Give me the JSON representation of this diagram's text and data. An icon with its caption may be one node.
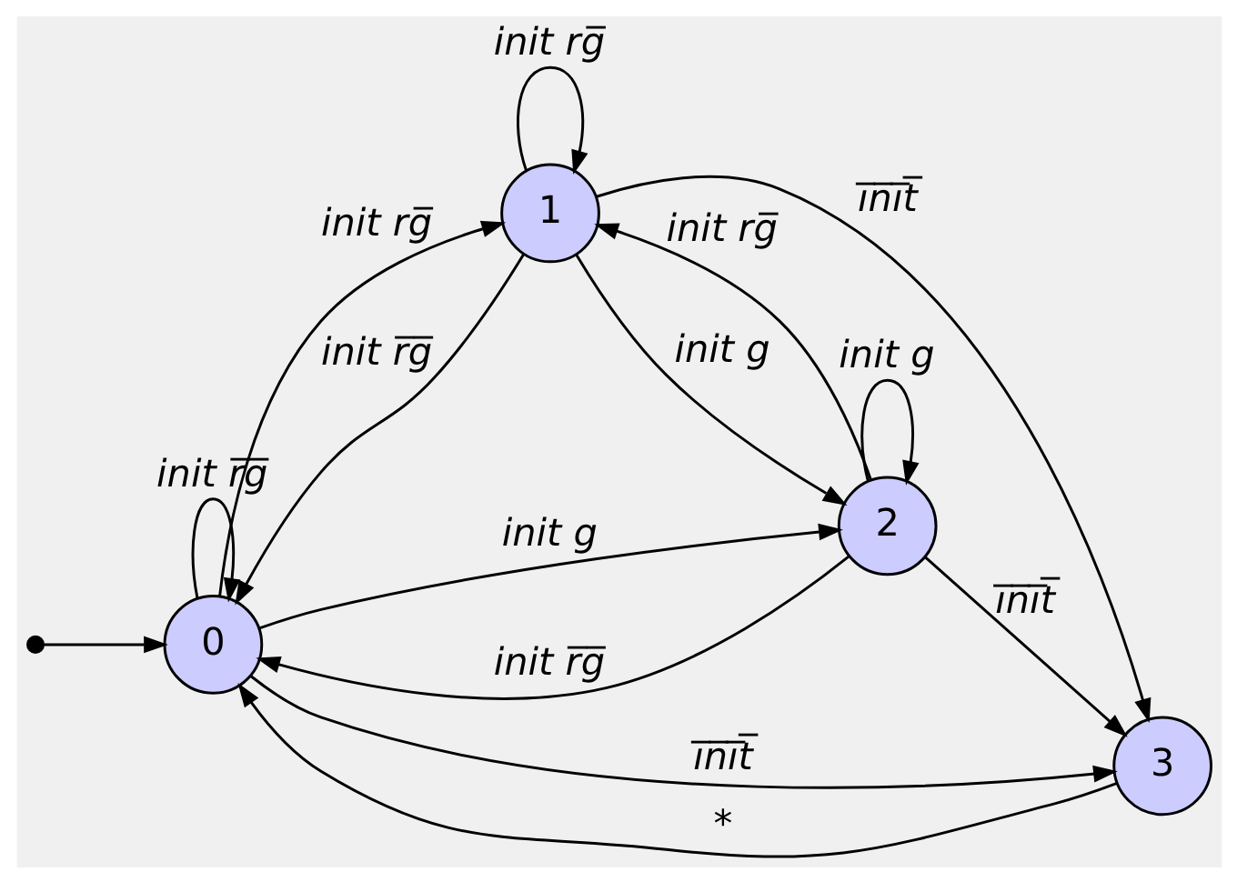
{
  "diagram": {
    "nodes": [
      {
        "text": [
          "0"
        ]
      },
      {
        "text": [
          "1"
        ]
      },
      {
        "text": [
          "2"
        ]
      },
      {
        "text": [
          "3"
        ]
      }
    ],
    "edges": [
      {
        "from": null,
        "to": 0,
        "arrow": "to"
      },
      {
        "from": 0,
        "to": 0,
        "arrow": "to",
        "label": "init r̅g̅"
      },
      {
        "from": 0,
        "to": 1,
        "arrow": "to",
        "label": "init rg̅"
      },
      {
        "from": 1,
        "to": 0,
        "arrow": "to",
        "label": "init r̅g̅"
      },
      {
        "from": 1,
        "to": 1,
        "arrow": "to",
        "label": "init rg̅"
      },
      {
        "from": 1,
        "to": 2,
        "arrow": "to",
        "label": "init g"
      },
      {
        "from": 2,
        "to": 1,
        "arrow": "to",
        "label": "init rg̅"
      },
      {
        "from": 2,
        "to": 2,
        "arrow": "to",
        "label": "init g"
      },
      {
        "from": 2,
        "to": 0,
        "arrow": "to",
        "label": "init r̅g̅"
      },
      {
        "from": 0,
        "to": 2,
        "arrow": "to",
        "label": "init g"
      },
      {
        "from": 0,
        "to": 3,
        "arrow": "to",
        "label": "i̅n̅i̅t̅"
      },
      {
        "from": 1,
        "to": 3,
        "arrow": "to",
        "label": "i̅n̅i̅t̅"
      },
      {
        "from": 2,
        "to": 3,
        "arrow": "to",
        "label": "i̅n̅i̅t̅"
      },
      {
        "from": 3,
        "to": 0,
        "arrow": "to",
        "label": "*"
      }
    ]
  }
}
